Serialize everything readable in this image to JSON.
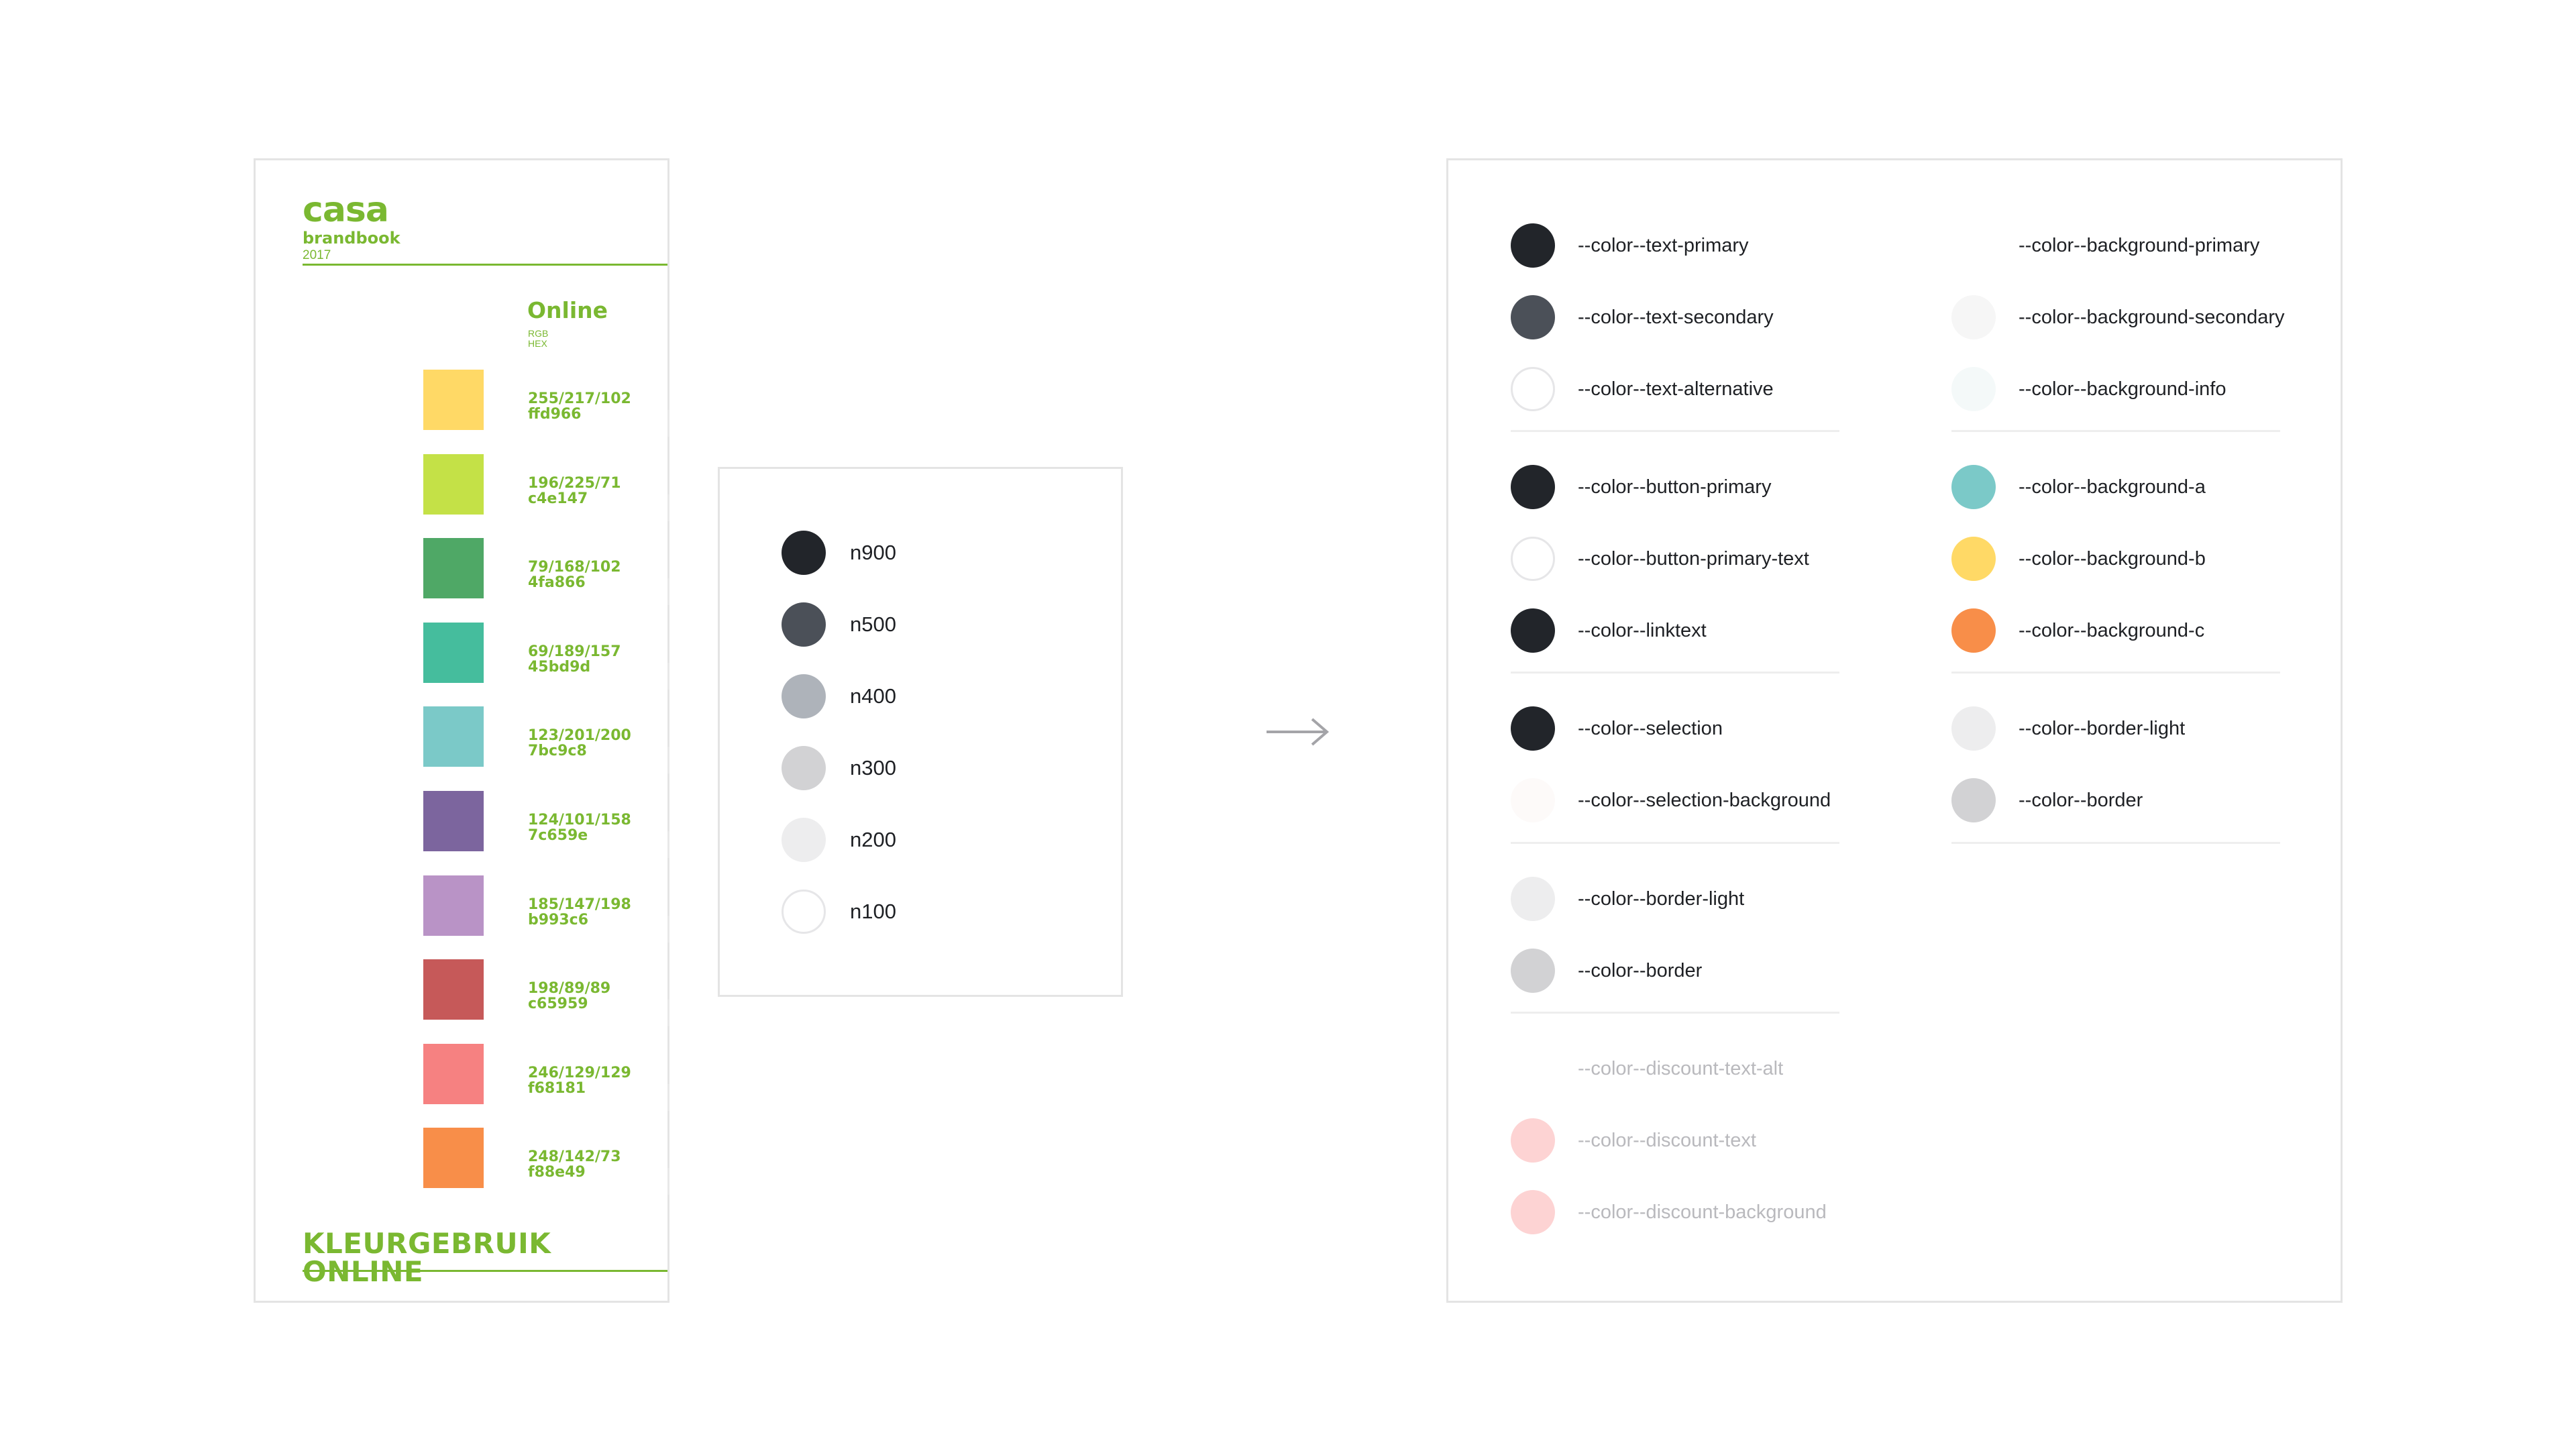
{
  "brandbook": {
    "logo": "casa",
    "subtitle": "brandbook",
    "year": "2017",
    "section_title": "Online",
    "format_rgb": "RGB",
    "format_hex": "HEX",
    "footer_title": "KLEURGEBRUIK ONLINE",
    "accent_color": "#7ab831",
    "colors": [
      {
        "rgb": "255/217/102",
        "hex": "ffd966",
        "swatch": "#ffd966"
      },
      {
        "rgb": "196/225/71",
        "hex": "c4e147",
        "swatch": "#c4e147"
      },
      {
        "rgb": "79/168/102",
        "hex": "4fa866",
        "swatch": "#4fa866"
      },
      {
        "rgb": "69/189/157",
        "hex": "45bd9d",
        "swatch": "#45bd9d"
      },
      {
        "rgb": "123/201/200",
        "hex": "7bc9c8",
        "swatch": "#7bc9c8"
      },
      {
        "rgb": "124/101/158",
        "hex": "7c659e",
        "swatch": "#7c659e"
      },
      {
        "rgb": "185/147/198",
        "hex": "b993c6",
        "swatch": "#b993c6"
      },
      {
        "rgb": "198/89/89",
        "hex": "c65959",
        "swatch": "#c65959"
      },
      {
        "rgb": "246/129/129",
        "hex": "f68181",
        "swatch": "#f68181"
      },
      {
        "rgb": "248/142/73",
        "hex": "f88e49",
        "swatch": "#f88e49"
      }
    ]
  },
  "neutrals": [
    {
      "label": "n900",
      "color": "#22252a"
    },
    {
      "label": "n500",
      "color": "#4b5058"
    },
    {
      "label": "n400",
      "color": "#aeb3ba"
    },
    {
      "label": "n300",
      "color": "#d2d2d4"
    },
    {
      "label": "n200",
      "color": "#ededee"
    },
    {
      "label": "n100",
      "color": "#ffffff"
    }
  ],
  "tokens": {
    "left": [
      {
        "label": "--color--text-primary",
        "color": "#22252a"
      },
      {
        "label": "--color--text-secondary",
        "color": "#4b5058"
      },
      {
        "label": "--color--text-alternative",
        "color": "#ffffff"
      },
      {
        "label": "--color--button-primary",
        "color": "#22252a"
      },
      {
        "label": "--color--button-primary-text",
        "color": "#ffffff"
      },
      {
        "label": "--color--linktext",
        "color": "#22252a"
      },
      {
        "label": "--color--selection",
        "color": "#22252a"
      },
      {
        "label": "--color--selection-background",
        "color": "#fdfaf9"
      },
      {
        "label": "--color--border-light",
        "color": "#ededee"
      },
      {
        "label": "--color--border",
        "color": "#d2d2d4"
      },
      {
        "label": "--color--discount-text-alt",
        "color": "#ffffff"
      },
      {
        "label": "--color--discount-text",
        "color": "#fdd3d3"
      },
      {
        "label": "--color--discount-background",
        "color": "#fdd3d3"
      }
    ],
    "right": [
      {
        "label": "--color--background-primary",
        "color": "#ffffff"
      },
      {
        "label": "--color--background-secondary",
        "color": "#f6f6f6"
      },
      {
        "label": "--color--background-info",
        "color": "#f4f9f9"
      },
      {
        "label": "--color--background-a",
        "color": "#7bc9c8"
      },
      {
        "label": "--color--background-b",
        "color": "#ffd966"
      },
      {
        "label": "--color--background-c",
        "color": "#f88e49"
      },
      {
        "label": "--color--border-light",
        "color": "#ededee"
      },
      {
        "label": "--color--border",
        "color": "#d2d2d4"
      }
    ]
  }
}
